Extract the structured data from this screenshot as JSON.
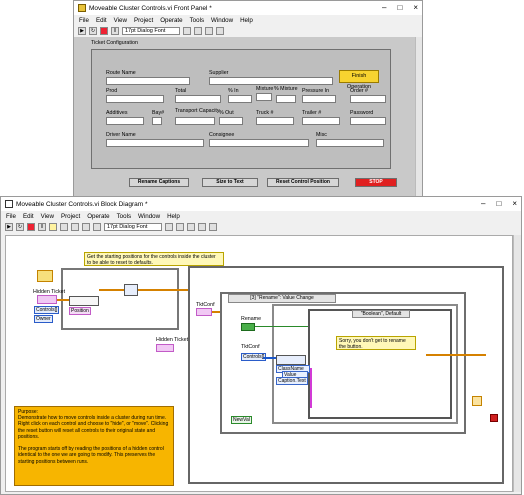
{
  "front_panel": {
    "title": "Moveable Cluster Controls.vi Front Panel *",
    "menu": [
      "File",
      "Edit",
      "View",
      "Project",
      "Operate",
      "Tools",
      "Window",
      "Help"
    ],
    "font_selector": "17pt Dialog Font",
    "cluster_label": "Ticket Configuration",
    "labels": {
      "route_name": "Route Name",
      "supplier": "Supplier",
      "prod": "Prod",
      "total": "Total",
      "pct_in": "% In",
      "mixture": "Mixture",
      "pct_mixture": "% Mixture",
      "pressure_in": "Pressure In",
      "order": "Order #",
      "additives": "Additives",
      "bay": "Bay#",
      "transport_capacity": "Transport Capacity",
      "pct_out": "% Out",
      "truck": "Truck #",
      "trailer": "Trailer #",
      "password": "Password",
      "driver_name": "Driver Name",
      "consignee": "Consignee",
      "misc": "Misc"
    },
    "buttons": {
      "finish": "Finish Operation",
      "rename": "Rename Captions",
      "size": "Size to Text",
      "reset": "Reset Control Position",
      "stop": "STOP"
    }
  },
  "block_diagram": {
    "title": "Moveable Cluster Controls.vi Block Diagram *",
    "menu": [
      "File",
      "Edit",
      "View",
      "Project",
      "Operate",
      "Tools",
      "Window",
      "Help"
    ],
    "font_selector": "17pt Dialog Font",
    "note": "Get the starting positions for the controls inside the cluster to be able to reset to defaults.",
    "hidden_ticket_1": "Hidden Ticket",
    "controls_tag": "Controls[]",
    "owner_tag": "Owner",
    "position_tag": "Position",
    "hidden_ticket_2": "Hidden Ticket",
    "tktconf_1": "TktConf",
    "event_case": "[3] \"Rename\": Value Change",
    "rename_label": "Rename",
    "tktconf_2": "TktConf",
    "controls_tag_2": "Controls[]",
    "boolean_case": "\"Boolean\", Default",
    "sorry_note": "Sorry, you don't get to rename the button.",
    "classname": "ClassName",
    "value": "Value",
    "caption_text": "Caption.Text",
    "newval": "NewVal",
    "purpose_title": "Purpose:",
    "purpose_body_1": "Demonstrate how to move controls inside a cluster during run time. Right click on each control and choose to \"hide\", or \"move\". Clicking the reset button will reset all controls to their original state and positions.",
    "purpose_body_2": "The program starts off by reading the positions of a hidden control identical to the one we are going to modify. This preserves the starting positions between runs."
  }
}
